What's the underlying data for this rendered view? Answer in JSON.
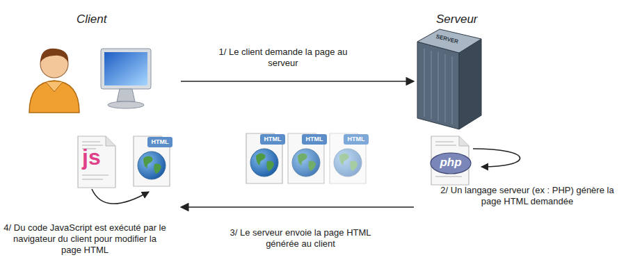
{
  "diagram": {
    "nodes": [
      {
        "text": [
          "Client"
        ]
      },
      {
        "text": [
          "Serveur"
        ]
      }
    ],
    "edges": [
      {
        "from": 0,
        "to": 1,
        "arrow": "to",
        "label": "1/ Le client demande la page au serveur"
      },
      {
        "from": 1,
        "to": 0,
        "arrow": "to",
        "label": "3/ Le serveur envoie la page HTML générée au client"
      }
    ],
    "labels": [
      "2/ Un langage serveur (ex : PHP) génère la page HTML demandée",
      "4/ Du code JavaScript est exécuté par le navigateur du client pour modifier la page HTML",
      "js",
      "HTML",
      "HTML",
      "HTML",
      "HTML",
      "php",
      "SERVER"
    ]
  }
}
